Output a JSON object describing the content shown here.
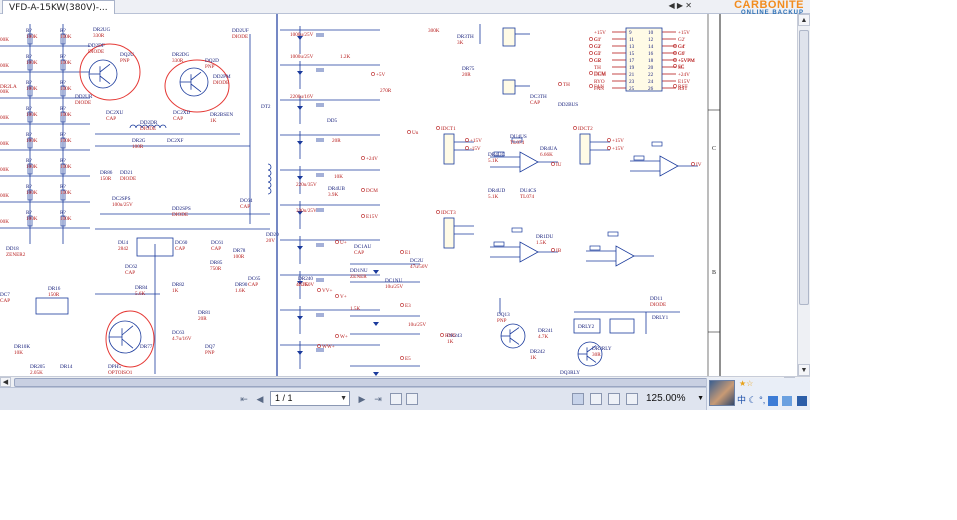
{
  "app": {
    "tab_title": "VFD-A-15KW(380V)-...",
    "tab_scroll_left": "◀",
    "tab_scroll_right": "▶",
    "tab_close": "✕"
  },
  "carbonite": {
    "brand": "CARBONITE",
    "subtitle": "ONLINE BACKUP"
  },
  "navigation": {
    "first_page": "⇤",
    "prev_page": "◀",
    "next_page": "▶",
    "last_page": "⇥",
    "page_value": "1 / 1",
    "zoom_value": "125.00%"
  },
  "scroll": {
    "up": "▲",
    "down": "▼",
    "left": "◀",
    "right": "▶"
  },
  "ime": {
    "lang": "中",
    "moon": "☾",
    "punct": "°,"
  },
  "schematic": {
    "zone_labels": [
      "C",
      "B"
    ],
    "components": [
      {
        "ref": "DR2UG",
        "value": "330R"
      },
      {
        "ref": "DQ2U",
        "value": "PNP"
      },
      {
        "ref": "DD2DF",
        "value": "DIODE"
      },
      {
        "ref": "DR2DG",
        "value": "330R"
      },
      {
        "ref": "DQ2D",
        "value": "PNP"
      },
      {
        "ref": "DD2PM",
        "value": "DIODE"
      },
      {
        "ref": "DD2UF",
        "value": "DIODE"
      },
      {
        "ref": "DD2UR",
        "value": "DIODE"
      },
      {
        "ref": "DC2XU",
        "value": "CAP"
      },
      {
        "ref": "DD2DR",
        "value": "DIODE"
      },
      {
        "ref": "DC2XD",
        "value": "CAP"
      },
      {
        "ref": "DR2BSEN",
        "value": "1K"
      },
      {
        "ref": "DT2",
        "value": ""
      },
      {
        "ref": "DC2XF",
        "value": ""
      },
      {
        "ref": "DR2G",
        "value": "100R"
      },
      {
        "ref": "DR86",
        "value": "150R"
      },
      {
        "ref": "DD21",
        "value": "DIODE"
      },
      {
        "ref": "DC2SPS",
        "value": "100u/25V"
      },
      {
        "ref": "DD2SPS",
        "value": "DIODE"
      },
      {
        "ref": "DC64",
        "value": "CAP"
      },
      {
        "ref": "DU4",
        "value": "2842"
      },
      {
        "ref": "DC60",
        "value": "CAP"
      },
      {
        "ref": "DC61",
        "value": "CAP"
      },
      {
        "ref": "DR85",
        "value": "750R"
      },
      {
        "ref": "DR78",
        "value": "100R"
      },
      {
        "ref": "DD20",
        "value": "20V"
      },
      {
        "ref": "DC65",
        "value": "CAP"
      },
      {
        "ref": "DR90",
        "value": "1.6K"
      },
      {
        "ref": "DC62",
        "value": "CAP"
      },
      {
        "ref": "DR84",
        "value": "5.6K"
      },
      {
        "ref": "DR82",
        "value": "1K"
      },
      {
        "ref": "DR81",
        "value": "20R"
      },
      {
        "ref": "DC63",
        "value": "4.7u/16V"
      },
      {
        "ref": "DQ7",
        "value": "PNP"
      },
      {
        "ref": "DR77",
        "value": ""
      },
      {
        "ref": "DPH5",
        "value": "OPTOISO1"
      },
      {
        "ref": "DR16",
        "value": "150R"
      },
      {
        "ref": "DC7",
        "value": "CAP"
      },
      {
        "ref": "DR10K",
        "value": "10K"
      },
      {
        "ref": "DR205",
        "value": "2.05K"
      },
      {
        "ref": "DR14",
        "value": ""
      },
      {
        "ref": "DDSP1",
        "value": ""
      },
      {
        "ref": "DD18",
        "value": "ZENER2"
      },
      {
        "ref": "DR75",
        "value": "20R"
      },
      {
        "ref": "DR3TH",
        "value": "3K"
      },
      {
        "ref": "DC3TH",
        "value": "CAP"
      },
      {
        "ref": "DD2BUS",
        "value": ""
      },
      {
        "ref": "DD5",
        "value": ""
      },
      {
        "ref": "DR4UB",
        "value": "3.9K"
      },
      {
        "ref": "DU4US",
        "value": "TL074"
      },
      {
        "ref": "DR4UA",
        "value": "6.66K"
      },
      {
        "ref": "DR4UC",
        "value": "5.1K"
      },
      {
        "ref": "DR4UD",
        "value": "5.1K"
      },
      {
        "ref": "DU4CS",
        "value": "TL074"
      },
      {
        "ref": "DR1DU",
        "value": "1.5K"
      },
      {
        "ref": "DC1AU",
        "value": "CAP"
      },
      {
        "ref": "DD1NU",
        "value": "ZENER"
      },
      {
        "ref": "DC1NU",
        "value": "10u/25V"
      },
      {
        "ref": "DC2U",
        "value": "47u/50V"
      },
      {
        "ref": "DR240",
        "value": "4.7K"
      },
      {
        "ref": "DQ13",
        "value": "PNP"
      },
      {
        "ref": "DR241",
        "value": "4.7K"
      },
      {
        "ref": "DR243",
        "value": "1K"
      },
      {
        "ref": "DR242",
        "value": "1K"
      },
      {
        "ref": "DQ3RLY",
        "value": "NPN"
      },
      {
        "ref": "DR3RLY",
        "value": "30R"
      },
      {
        "ref": "DD11",
        "value": "DIODE"
      },
      {
        "ref": "DRLY1",
        "value": ""
      },
      {
        "ref": "DRLY2",
        "value": ""
      }
    ],
    "net_labels": [
      "+15V",
      "-15V",
      "+5V",
      "+24V",
      "E15V",
      "DCM",
      "Uu",
      "IU",
      "IB",
      "IV",
      "U+",
      "V+",
      "W+",
      "VV+",
      "WW+",
      "E1",
      "E3",
      "E5",
      "TH",
      "RYO",
      "+5VPM",
      "SC",
      "FAN",
      "RST",
      "DCM",
      "G1'",
      "G2'",
      "G3'",
      "G4'",
      "G5'",
      "G6'",
      "IDCT1",
      "IDCT2",
      "IDCT3",
      "+15V",
      "+15V"
    ],
    "connector": {
      "rows": [
        {
          "pin_l": "9",
          "pin_r": "10",
          "net_l": "+15V",
          "net_r": "+15V"
        },
        {
          "pin_l": "11",
          "pin_r": "12",
          "net_l": "G1'",
          "net_r": "G2'"
        },
        {
          "pin_l": "13",
          "pin_r": "14",
          "net_l": "G3'",
          "net_r": "G4'"
        },
        {
          "pin_l": "15",
          "pin_r": "16",
          "net_l": "G5'",
          "net_r": "G6'"
        },
        {
          "pin_l": "17",
          "pin_r": "18",
          "net_l": "GR",
          "net_r": "+5VPM"
        },
        {
          "pin_l": "19",
          "pin_r": "20",
          "net_l": "TH",
          "net_r": "SC"
        },
        {
          "pin_l": "21",
          "pin_r": "22",
          "net_l": "DCM",
          "net_r": "+24V"
        },
        {
          "pin_l": "23",
          "pin_r": "24",
          "net_l": "RYO",
          "net_r": "E15V"
        },
        {
          "pin_l": "25",
          "pin_r": "26",
          "net_l": "FAN",
          "net_r": "RST"
        }
      ]
    },
    "resistor_column_values": [
      "100K",
      "100K",
      "100K",
      "100K",
      "100K",
      "100K",
      "100K",
      "100K"
    ],
    "misc_values": [
      "1000u/25V",
      "1000u/25V",
      "2200u/16V",
      "220u/35V",
      "330u/25V",
      "10u/25V",
      "47u/50V",
      "270R",
      "20R",
      "300K",
      "1.2K",
      "1.5K",
      "10K",
      "DR2LA"
    ]
  }
}
